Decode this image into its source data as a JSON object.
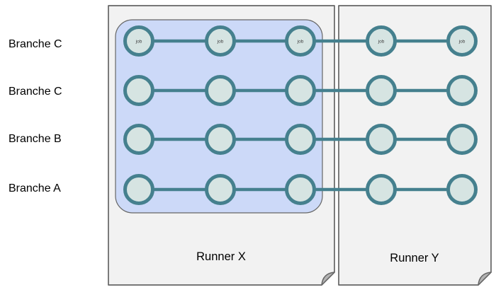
{
  "branch_labels": [
    "Branche C",
    "Branche C",
    "Branche B",
    "Branche A"
  ],
  "runners": [
    {
      "label": "Runner X"
    },
    {
      "label": "Runner Y"
    }
  ],
  "jobs": {
    "labels": [
      "job",
      "job",
      "job",
      "job",
      "job"
    ]
  },
  "colors": {
    "runner_fill": "#f2f2f2",
    "runner_stroke": "#666666",
    "fold_fill": "#b3b3b3",
    "group_fill": "#ccd9f8",
    "group_stroke": "#666666",
    "line": "#45808e",
    "node_stroke": "#45808e",
    "node_fill": "#d6e4e2",
    "job_text": "#3f3f3f",
    "label_text": "#000000"
  }
}
